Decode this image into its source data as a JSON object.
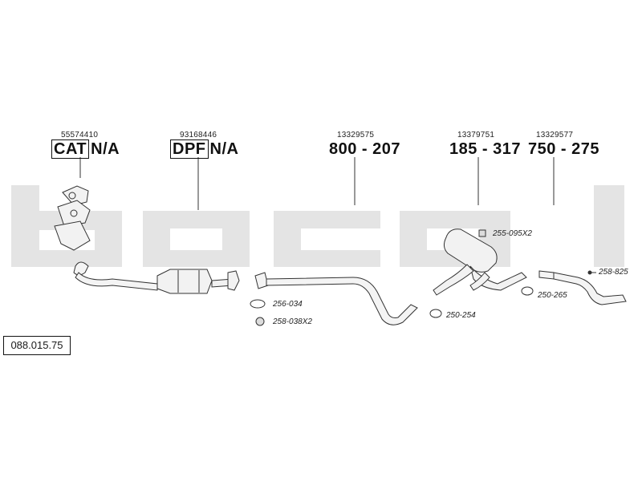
{
  "watermark": "bosal",
  "reference_number": "088.015.75",
  "sections": [
    {
      "oem": "55574410",
      "tag": "CAT",
      "code": "N/A"
    },
    {
      "oem": "93168446",
      "tag": "DPF",
      "code": "N/A"
    },
    {
      "oem": "13329575",
      "tag": "",
      "code": "800 - 207"
    },
    {
      "oem": "13379751",
      "tag": "",
      "code": "185 - 317"
    },
    {
      "oem": "13329577",
      "tag": "",
      "code": "750 - 275"
    }
  ],
  "callouts": [
    {
      "label": "256-034",
      "icon": "gasket-icon"
    },
    {
      "label": "258-038X2",
      "icon": "rubber-mount-icon"
    },
    {
      "label": "255-095X2",
      "icon": "rubber-hanger-icon"
    },
    {
      "label": "250-254",
      "icon": "clamp-icon"
    },
    {
      "label": "250-265",
      "icon": "clamp-icon"
    },
    {
      "label": "258-825",
      "icon": "pointer-icon"
    }
  ]
}
